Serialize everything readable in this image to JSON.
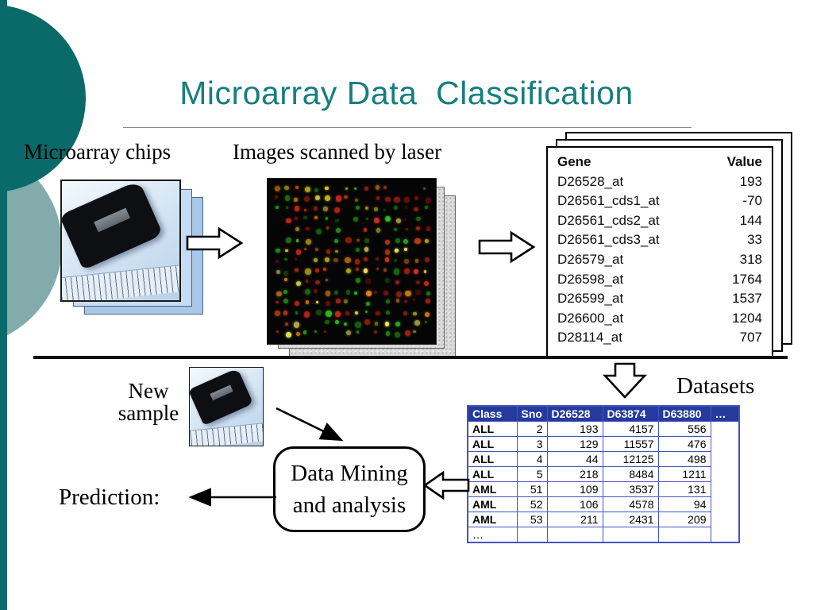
{
  "title": "Microarray Data  Classification",
  "labels": {
    "chips": "Microarray chips",
    "scanned": "Images scanned by laser",
    "datasets": "Datasets",
    "new_sample": [
      "New",
      "sample"
    ],
    "prediction": "Prediction:",
    "mining": [
      "Data Mining",
      "and analysis"
    ]
  },
  "gene_table": {
    "headers": [
      "Gene",
      "Value"
    ],
    "rows": [
      [
        "D26528_at",
        "193"
      ],
      [
        "D26561_cds1_at",
        "-70"
      ],
      [
        "D26561_cds2_at",
        "144"
      ],
      [
        "D26561_cds3_at",
        "33"
      ],
      [
        "D26579_at",
        "318"
      ],
      [
        "D26598_at",
        "1764"
      ],
      [
        "D26599_at",
        "1537"
      ],
      [
        "D26600_at",
        "1204"
      ],
      [
        "D28114_at",
        "707"
      ]
    ]
  },
  "dataset_table": {
    "headers": [
      "Class",
      "Sno",
      "D26528",
      "D63874",
      "D63880",
      "…"
    ],
    "rows": [
      [
        "ALL",
        "2",
        "193",
        "4157",
        "556"
      ],
      [
        "ALL",
        "3",
        "129",
        "11557",
        "476"
      ],
      [
        "ALL",
        "4",
        "44",
        "12125",
        "498"
      ],
      [
        "ALL",
        "5",
        "218",
        "8484",
        "1211"
      ],
      [
        "AML",
        "51",
        "109",
        "3537",
        "131"
      ],
      [
        "AML",
        "52",
        "106",
        "4578",
        "94"
      ],
      [
        "AML",
        "53",
        "211",
        "2431",
        "209"
      ],
      [
        "…",
        "",
        "",
        "",
        ""
      ]
    ]
  },
  "colors": {
    "title": "#167e7e",
    "accent_dark": "#0a6a6a",
    "accent_light": "#83abab",
    "table_header_bg": "#253a9c",
    "table_border": "#4553c2"
  }
}
